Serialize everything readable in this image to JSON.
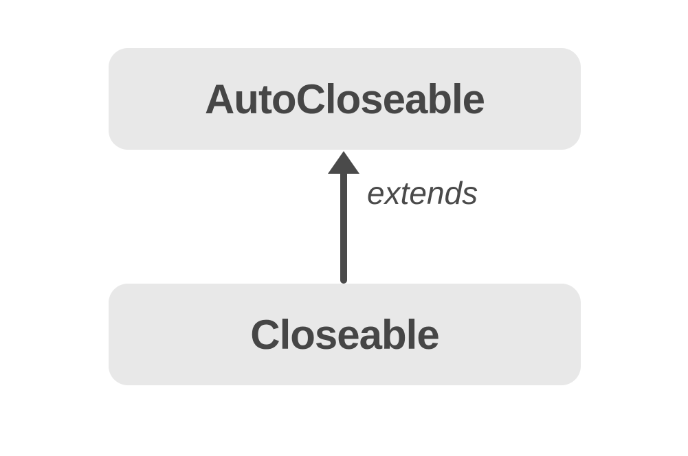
{
  "diagram": {
    "type": "class-hierarchy",
    "nodes": [
      {
        "id": "autocloseable",
        "label": "AutoCloseable",
        "position": "top"
      },
      {
        "id": "closeable",
        "label": "Closeable",
        "position": "bottom"
      }
    ],
    "edge": {
      "from": "closeable",
      "to": "autocloseable",
      "label": "extends",
      "direction": "up",
      "style": "solid-arrow"
    },
    "colors": {
      "background": "#ffffff",
      "node_fill": "#e8e8e8",
      "node_text": "#464646",
      "arrow": "#4a4a4a",
      "edge_label": "#4a4a4a"
    }
  }
}
